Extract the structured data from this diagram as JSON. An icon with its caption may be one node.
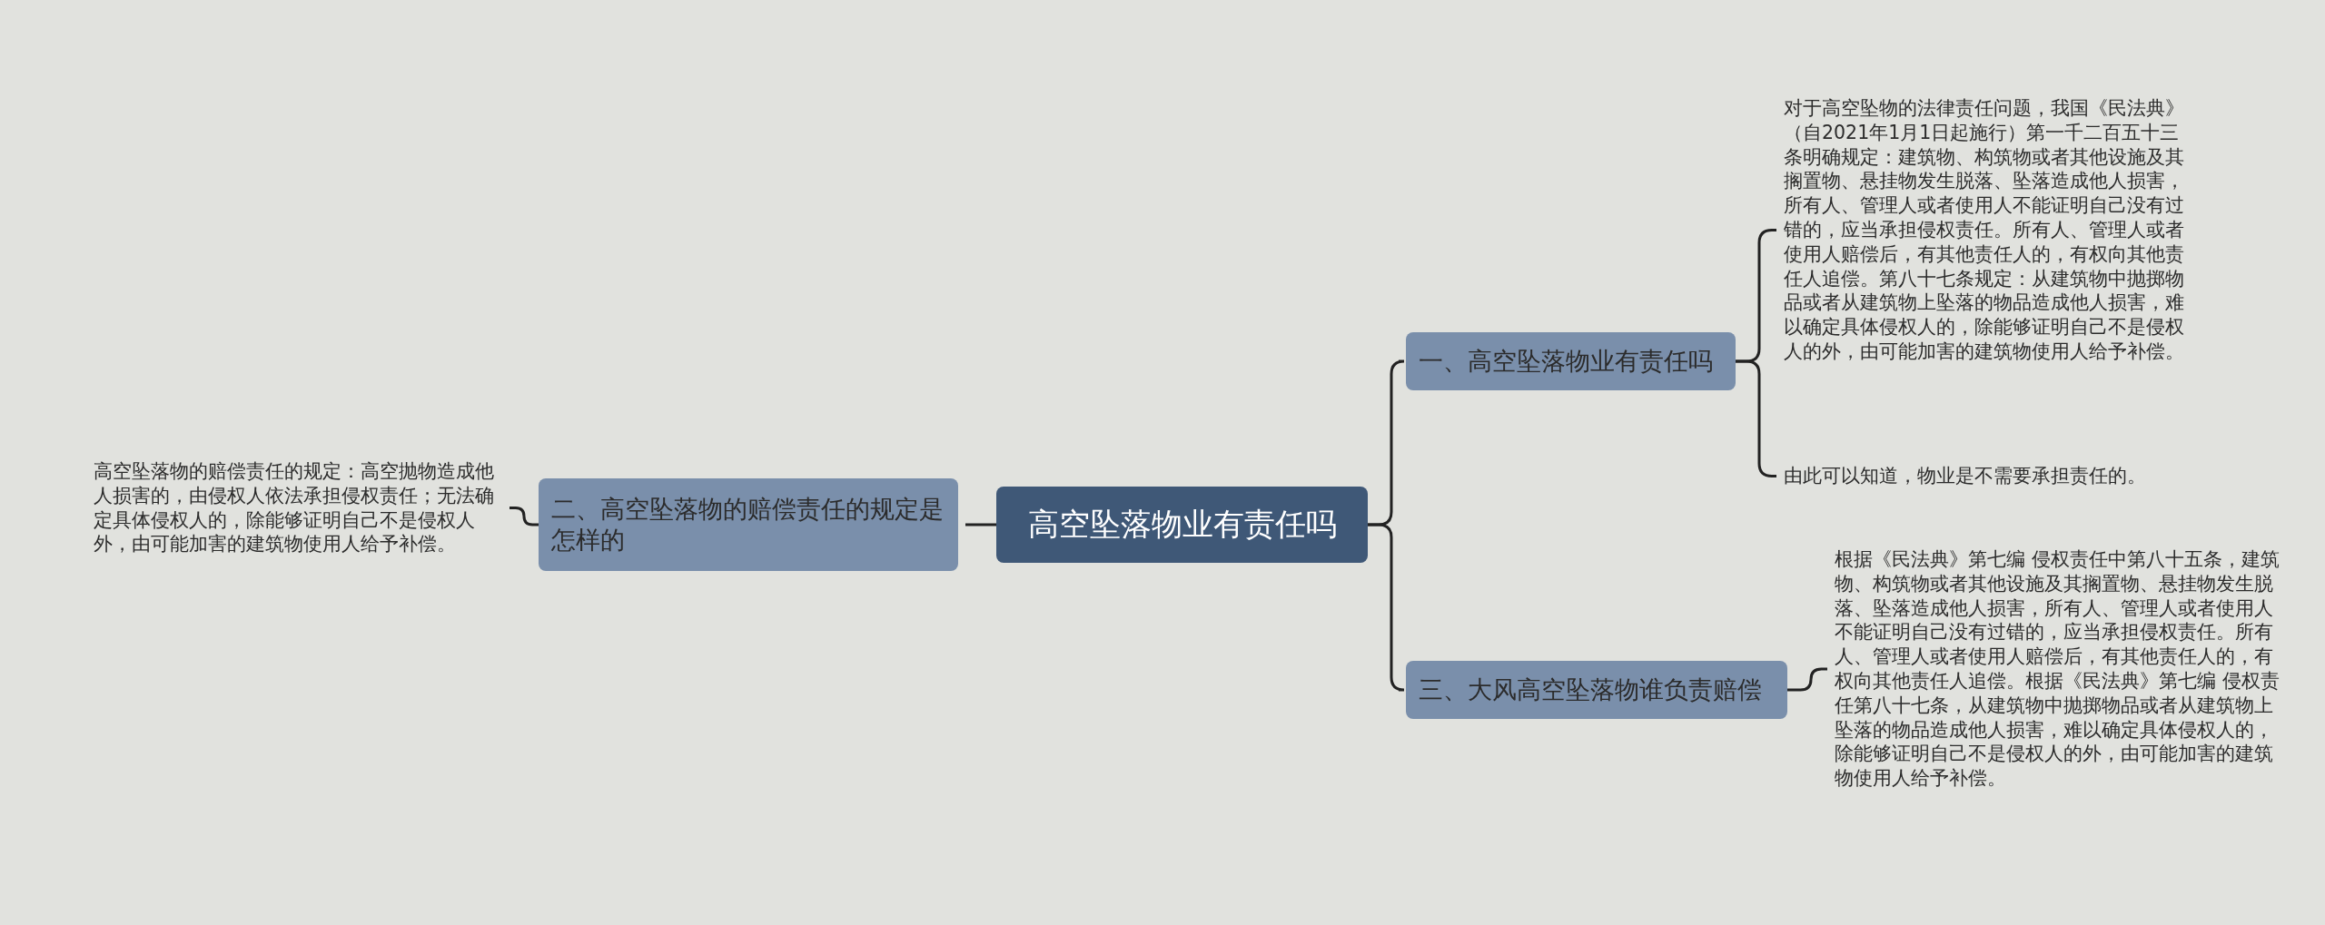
{
  "diagram": {
    "nodes": [
      {
        "text": [
          "高空坠落物业有责任吗"
        ]
      },
      {
        "text": [
          "一、高空坠落物业有责任吗"
        ]
      },
      {
        "text": [
          "对于高空坠物的法律责任问题，我国《民法典》（自2021年1月1日起施行）第一千二百五十三条明确规定：建筑物、构筑物或者其他设施及其搁置物、悬挂物发生脱落、坠落造成他人损害，所有人、管理人或者使用人不能证明自己没有过错的，应当承担侵权责任。所有人、管理人或者使用人赔偿后，有其他责任人的，有权向其他责任人追偿。第八十七条规定：从建筑物中抛掷物品或者从建筑物上坠落的物品造成他人损害，难以确定具体侵权人的，除能够证明自己不是侵权人的外，由可能加害的建筑物使用人给予补偿。"
        ]
      },
      {
        "text": [
          "由此可以知道，物业是不需要承担责任的。"
        ]
      },
      {
        "text": [
          "二、高空坠落物的赔偿责任的规定是怎样的"
        ]
      },
      {
        "text": [
          "高空坠落物的赔偿责任的规定：高空抛物造成他人损害的，由侵权人依法承担侵权责任；无法确定具体侵权人的，除能够证明自己不是侵权人外，由可能加害的建筑物使用人给予补偿。"
        ]
      },
      {
        "text": [
          "三、大风高空坠落物谁负责赔偿"
        ]
      },
      {
        "text": [
          "根据《民法典》第七编 侵权责任中第八十五条，建筑物、构筑物或者其他设施及其搁置物、悬挂物发生脱落、坠落造成他人损害，所有人、管理人或者使用人不能证明自己没有过错的，应当承担侵权责任。所有人、管理人或者使用人赔偿后，有其他责任人的，有权向其他责任人追偿。根据《民法典》第七编 侵权责任第八十七条，从建筑物中抛掷物品或者从建筑物上坠落的物品造成他人损害，难以确定具体侵权人的，除能够证明自己不是侵权人的外，由可能加害的建筑物使用人给予补偿。"
        ]
      }
    ],
    "edges": [
      {
        "from": 0,
        "to": 1,
        "arrow": "none"
      },
      {
        "from": 0,
        "to": 4,
        "arrow": "none"
      },
      {
        "from": 0,
        "to": 6,
        "arrow": "none"
      },
      {
        "from": 1,
        "to": 2,
        "arrow": "none"
      },
      {
        "from": 1,
        "to": 3,
        "arrow": "none"
      },
      {
        "from": 4,
        "to": 5,
        "arrow": "none"
      },
      {
        "from": 6,
        "to": 7,
        "arrow": "none"
      }
    ]
  }
}
